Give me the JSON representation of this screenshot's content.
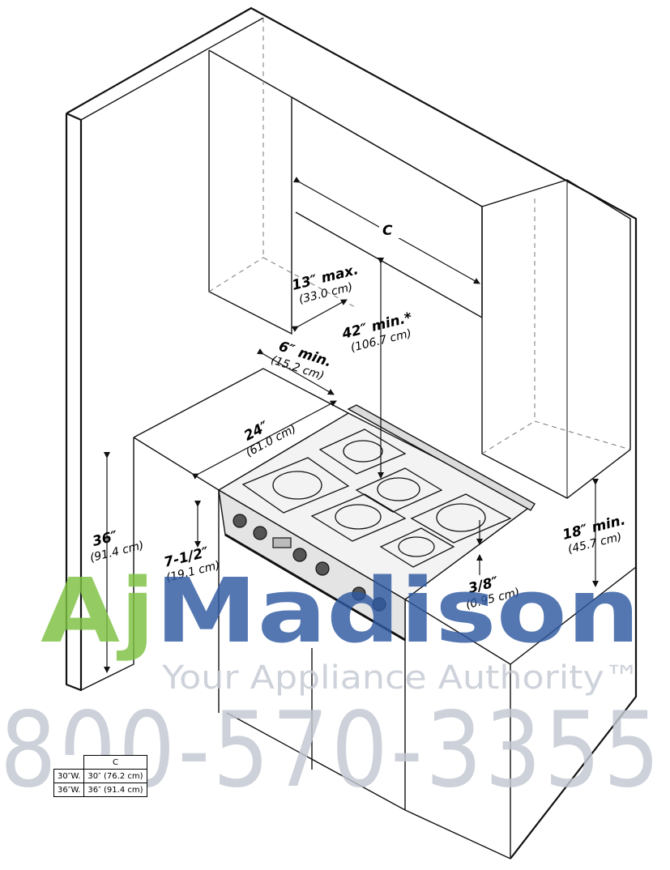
{
  "colors": {
    "line": "#111111",
    "watermark_green": "#7dc242",
    "watermark_blue": "#2f5aa2",
    "watermark_gray": "#c3c8d1"
  },
  "dimensions": {
    "c_label": "C",
    "depth_max": "13″ max.",
    "depth_max_metric": "(33.0 cm)",
    "hood_clearance": "42″ min.*",
    "hood_clearance_metric": "(106.7 cm)",
    "side_clearance": "6″ min.",
    "side_clearance_metric": "(15.2 cm)",
    "counter_depth": "24″",
    "counter_depth_metric": "(61.0 cm)",
    "counter_height": "36″",
    "counter_height_metric": "(91.4 cm)",
    "cooktop_height": "7-1/2″",
    "cooktop_height_metric": "(19.1 cm)",
    "lip_height": "3/8″",
    "lip_height_metric": "(0.95 cm)",
    "upper_clearance": "18″ min.",
    "upper_clearance_metric": "(45.7 cm)"
  },
  "table": {
    "header": "C",
    "rows": [
      {
        "width": "30″W.",
        "c": "30″ (76.2 cm)"
      },
      {
        "width": "36″W.",
        "c": "36″ (91.4 cm)"
      }
    ]
  },
  "watermark": {
    "brand": "AjMadison",
    "tagline": "Your Appliance Authority™",
    "phone": "800-570-3355"
  }
}
